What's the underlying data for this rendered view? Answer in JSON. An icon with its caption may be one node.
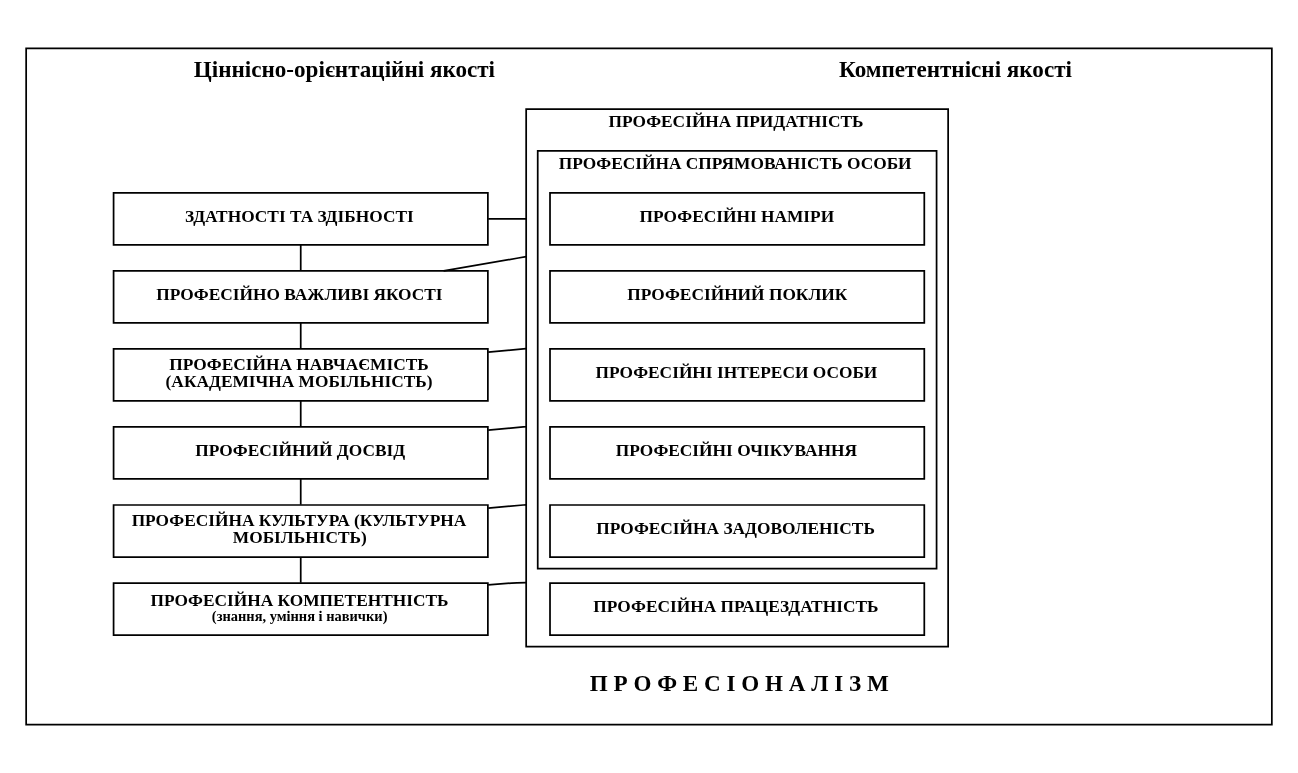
{
  "diagram": {
    "nodes": [
      {
        "text": [
          "Ціннісно-орієнтаційні якості",
          "Компетентнісні якості"
        ]
      },
      {
        "text": [
          "ПРОФЕСІЙНА ПРИДАТНІСТЬ"
        ],
        "in": 0
      },
      {
        "text": [
          "ПРОФЕСІЙНА СПРЯМОВАНІСТЬ ОСОБИ"
        ],
        "in": 1
      },
      {
        "text": [
          "ПРОФЕСІЙНІ НАМІРИ"
        ],
        "in": 2
      },
      {
        "text": [
          "ПРОФЕСІЙНИЙ ПОКЛИК"
        ],
        "in": 2
      },
      {
        "text": [
          "ПРОФЕСІЙНІ ІНТЕРЕСИ ОСОБИ"
        ],
        "in": 2
      },
      {
        "text": [
          "ПРОФЕСІЙНІ ОЧІКУВАННЯ"
        ],
        "in": 2
      },
      {
        "text": [
          "ПРОФЕСІЙНА ЗАДОВОЛЕНІСТЬ"
        ],
        "in": 2
      },
      {
        "text": [
          "ПРОФЕСІЙНА ПРАЦЕЗДАТНІСТЬ"
        ],
        "in": 1
      },
      {
        "text": [
          "ЗДАТНОСТІ ТА ЗДІБНОСТІ"
        ],
        "in": 0
      },
      {
        "text": [
          "ПРОФЕСІЙНО ВАЖЛИВІ ЯКОСТІ"
        ],
        "in": 0
      },
      {
        "text": [
          "ПРОФЕСІЙНА НАВЧАЄМІСТЬ (АКАДЕМІЧНА МОБІЛЬНІСТЬ)"
        ],
        "in": 0
      },
      {
        "text": [
          "ПРОФЕСІЙНИЙ ДОСВІД"
        ],
        "in": 0
      },
      {
        "text": [
          "ПРОФЕСІЙНА КУЛЬТУРА (КУЛЬТУРНА МОБІЛЬНІСТЬ)"
        ],
        "in": 0
      },
      {
        "text": [
          "ПРОФЕСІЙНА КОМПЕТЕНТНІСТЬ",
          "(знання, уміння і навички)"
        ],
        "in": 0
      }
    ],
    "edges": [
      {
        "from": 1,
        "to": 9,
        "arrow": "none"
      },
      {
        "from": 1,
        "to": 10,
        "arrow": "none"
      },
      {
        "from": 1,
        "to": 11,
        "arrow": "none"
      },
      {
        "from": 1,
        "to": 12,
        "arrow": "none"
      },
      {
        "from": 1,
        "to": 13,
        "arrow": "none"
      },
      {
        "from": 1,
        "to": 14,
        "arrow": "none"
      },
      {
        "from": 9,
        "to": 10,
        "arrow": "none"
      },
      {
        "from": 10,
        "to": 11,
        "arrow": "none"
      },
      {
        "from": 11,
        "to": 12,
        "arrow": "none"
      },
      {
        "from": 12,
        "to": 13,
        "arrow": "none"
      },
      {
        "from": 13,
        "to": 14,
        "arrow": "none"
      }
    ],
    "labels": [
      "П Р О Ф Е С І О Н А Л І З М"
    ]
  }
}
